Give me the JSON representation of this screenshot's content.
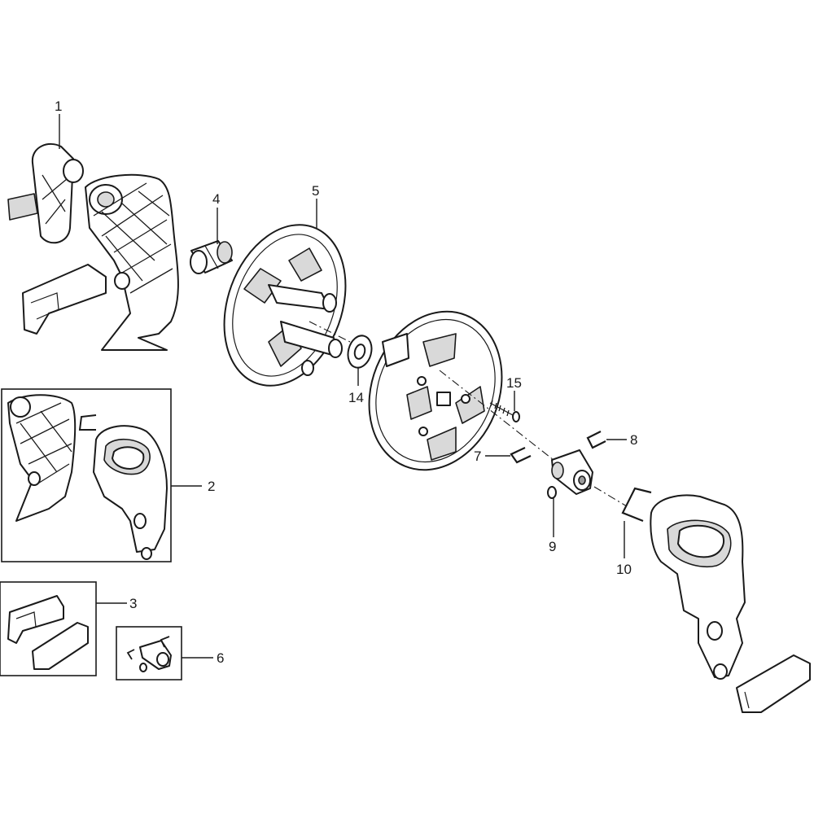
{
  "callouts": {
    "c1": "1",
    "c2": "2",
    "c3": "3",
    "c4": "4",
    "c5": "5",
    "c6": "6",
    "c7": "7",
    "c8": "8",
    "c9": "9",
    "c10": "10",
    "c14": "14",
    "c15": "15"
  }
}
